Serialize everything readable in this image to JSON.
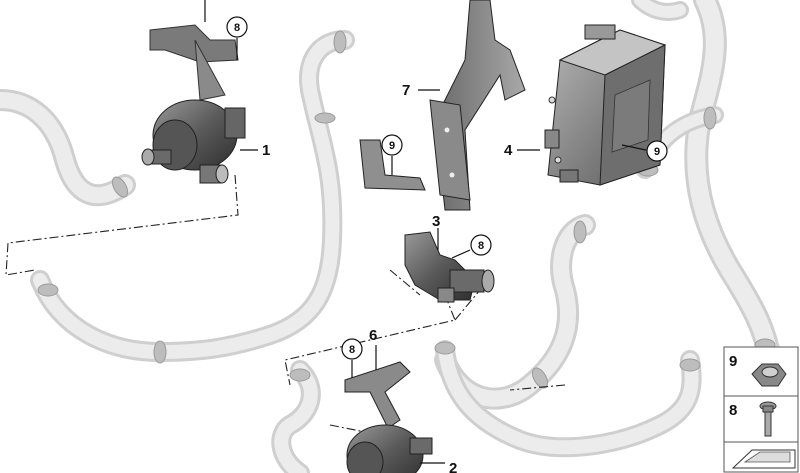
{
  "diagram": {
    "colors": {
      "background": "#ffffff",
      "hose": "#d4d4d4",
      "part_dark": "#4a4a4a",
      "part_mid": "#8a8a8a",
      "line": "#111111"
    },
    "callouts": {
      "c1": "1",
      "c2": "2",
      "c3": "3",
      "c4": "4",
      "c6": "6",
      "c7": "7"
    },
    "circled": {
      "c8_top": "8",
      "c9_bracket": "9",
      "c9_module": "9",
      "c8_valve": "8",
      "c8_lower": "8"
    },
    "legend": {
      "nut_label": "9",
      "bolt_label": "8"
    }
  }
}
